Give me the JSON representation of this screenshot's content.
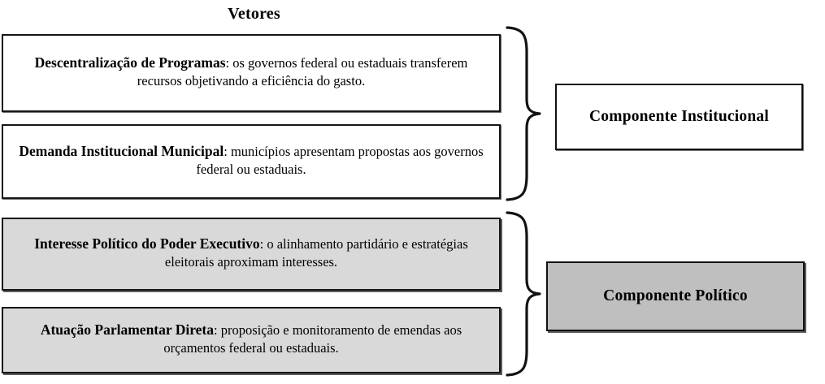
{
  "diagram": {
    "title": "Vetores",
    "vectors": [
      {
        "id": "descentralizacao-de-programas",
        "lead": "Descentralização de Programas",
        "separator": ": ",
        "body": "os governos federal ou estaduais transferem recursos objetivando a eficiência do gasto.",
        "fill": "#ffffff",
        "group": "Componente Institucional"
      },
      {
        "id": "demanda-institucional-municipal",
        "lead": "Demanda Institucional Municipal",
        "separator": ": ",
        "body": "municípios apresentam propostas aos governos federal ou estaduais.",
        "fill": "#ffffff",
        "group": "Componente Institucional"
      },
      {
        "id": "interesse-politico-do-poder-executivo",
        "lead": "Interesse Político do Poder Executivo",
        "separator": ": ",
        "body": "o alinhamento partidário e estratégias eleitorais aproximam interesses.",
        "fill": "#d9d9d9",
        "group": "Componente Político"
      },
      {
        "id": "atuacao-parlamentar-direta",
        "lead": "Atuação Parlamentar Direta",
        "separator": ": ",
        "body": "proposição e monitoramento de emendas aos orçamentos federal ou estaduais.",
        "fill": "#d9d9d9",
        "group": "Componente Político"
      }
    ],
    "components": [
      {
        "id": "componente-institucional",
        "label": "Componente Institucional",
        "fill": "#ffffff",
        "stroke": "#111111"
      },
      {
        "id": "componente-politico",
        "label": "Componente Político",
        "fill": "#bfbfbf",
        "stroke": "#111111"
      }
    ],
    "connectors": [
      {
        "id": "brace-institucional",
        "type": "curly-brace-right",
        "groups": [
          "descentralizacao-de-programas",
          "demanda-institucional-municipal"
        ],
        "target": "componente-institucional"
      },
      {
        "id": "brace-politico",
        "type": "curly-brace-right",
        "groups": [
          "interesse-politico-do-poder-executivo",
          "atuacao-parlamentar-direta"
        ],
        "target": "componente-politico"
      }
    ],
    "colors": {
      "background": "#ffffff",
      "text": "#000000",
      "box_stroke": "#151515",
      "shade_light": "#d9d9d9",
      "shade_dark": "#bfbfbf"
    }
  }
}
